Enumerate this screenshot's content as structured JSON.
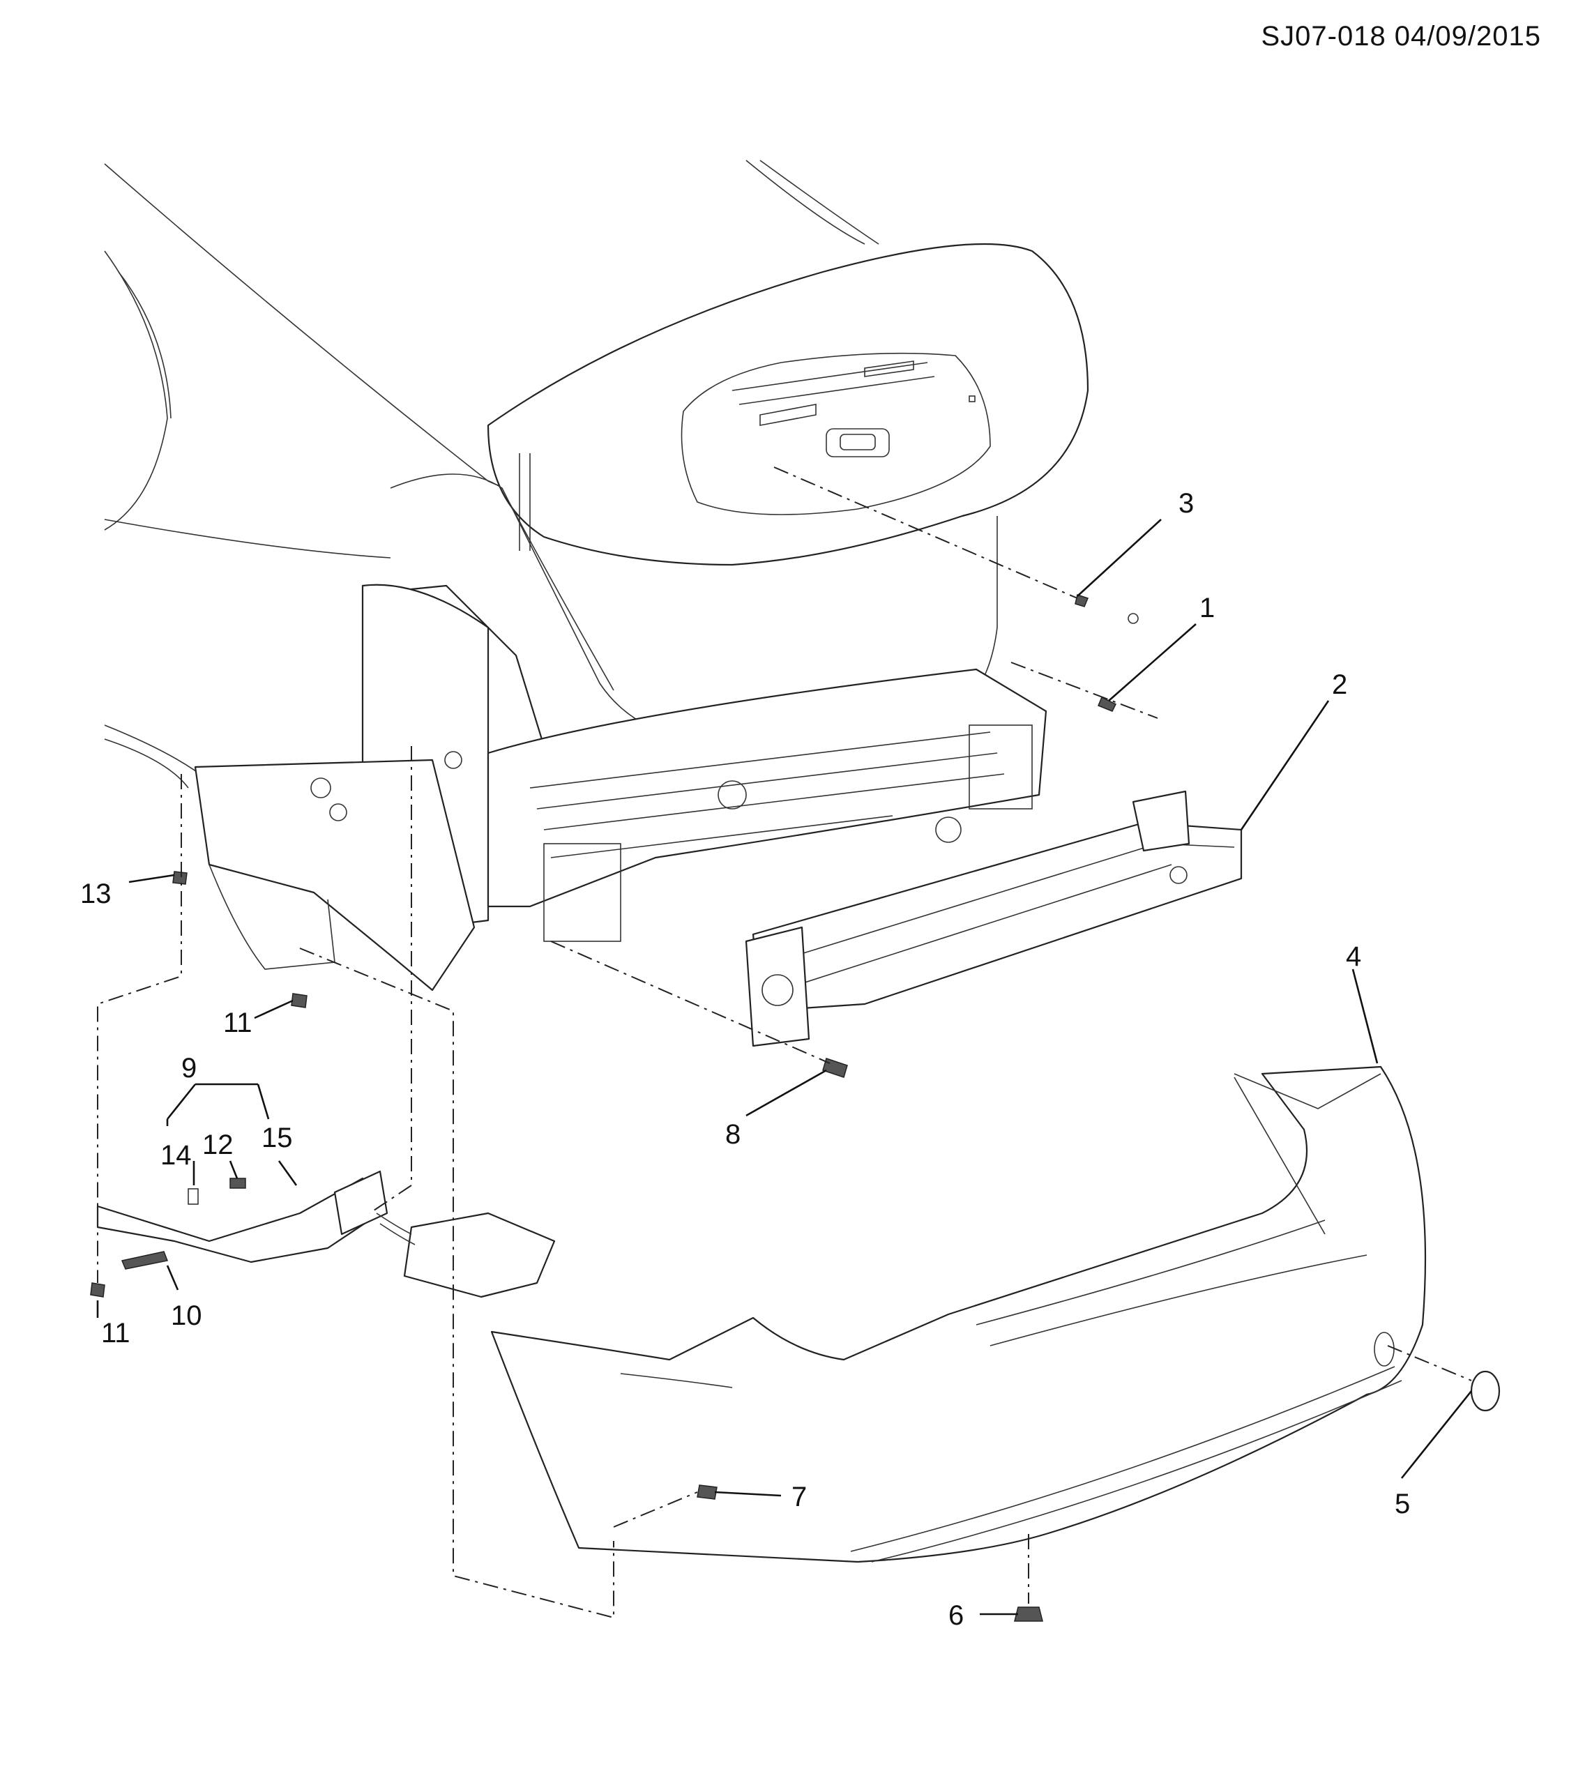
{
  "header": {
    "doc_code": "SJ07-018  04/09/2015"
  },
  "callouts": [
    "1",
    "2",
    "3",
    "4",
    "5",
    "6",
    "7",
    "8",
    "9",
    "10",
    "11",
    "11",
    "12",
    "13",
    "14",
    "15"
  ]
}
